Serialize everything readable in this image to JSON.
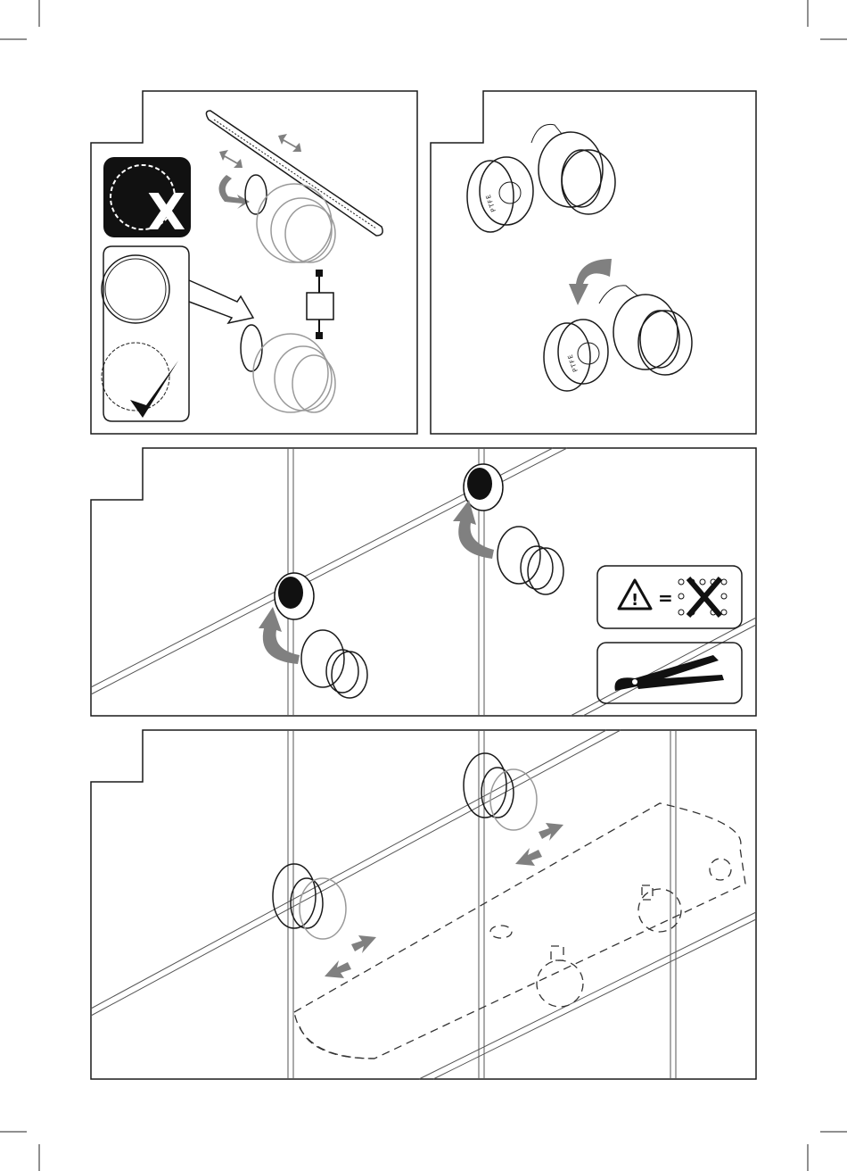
{
  "page": {
    "steps": [
      {
        "id": "cut-pipe",
        "description_icons": [
          "saw-icon",
          "wrong-cut-icon",
          "correct-cut-icon"
        ]
      },
      {
        "id": "apply-ptfe",
        "tape_label_1": "PTFE",
        "tape_label_2": "PTFE"
      },
      {
        "id": "screw-in-elbows",
        "warning_icons": [
          "warning-icon",
          "no-leak-icon",
          "pliers-icon"
        ]
      },
      {
        "id": "fit-mixer"
      }
    ]
  },
  "colors": {
    "line": "#1a1a1a",
    "arrow": "#808080",
    "background": "#ffffff"
  }
}
